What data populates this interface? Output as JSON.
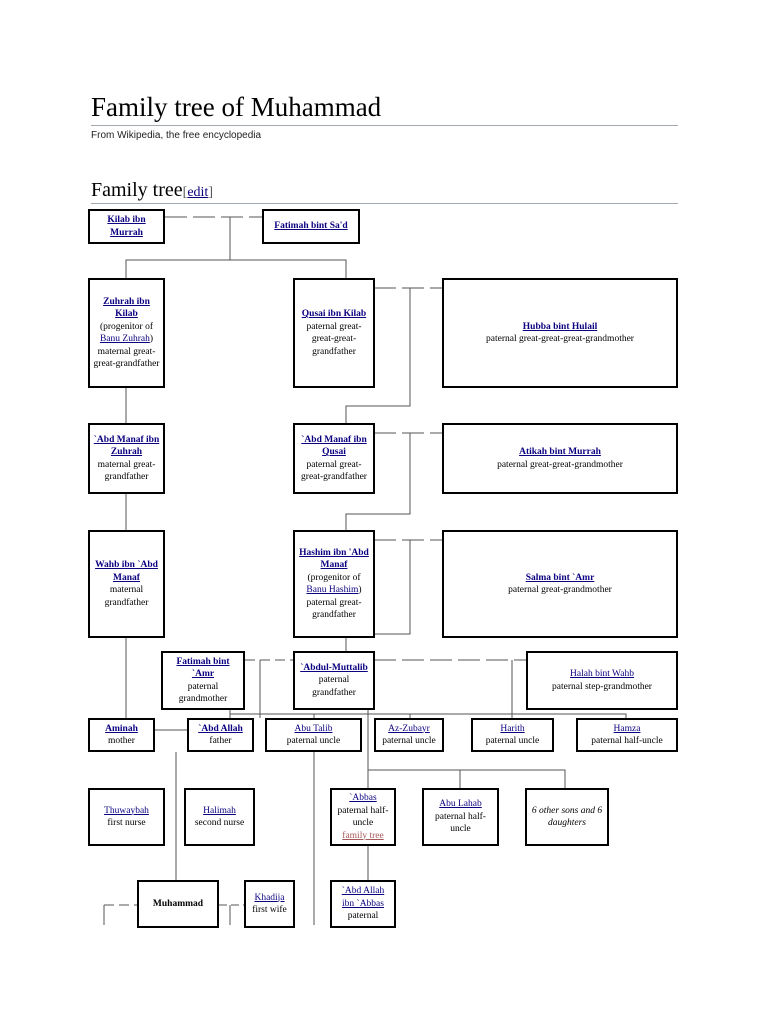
{
  "article": {
    "title": "Family tree of Muhammad",
    "tagline": "From Wikipedia, the free encyclopedia",
    "section_title": "Family tree",
    "edit_open": "[",
    "edit_label": "edit",
    "edit_close": "]"
  },
  "tree": {
    "kilab": {
      "name": "Kilab ibn Murrah"
    },
    "fatimah_sad": {
      "name": "Fatimah bint Sa'd"
    },
    "zuhrah": {
      "name": "Zuhrah ibn Kilab",
      "role_pre": "(progenitor of ",
      "role_link": "Banu Zuhrah",
      "role_post": ")",
      "role": "maternal great-great-grandfather"
    },
    "qusai": {
      "name": "Qusai ibn Kilab",
      "role": "paternal great-great-great-grandfather"
    },
    "hubba": {
      "name": "Hubba bint Hulail",
      "role": "paternal great-great-great-grandmother"
    },
    "abd_manaf_zuhrah": {
      "name": "`Abd Manaf ibn Zuhrah",
      "role": "maternal great-grandfather"
    },
    "abd_manaf_qusai": {
      "name": "`Abd Manaf ibn Qusai",
      "role": "paternal great-great-grandfather"
    },
    "atikah": {
      "name": "Atikah bint Murrah",
      "role": "paternal great-great-grandmother"
    },
    "wahb": {
      "name": "Wahb ibn `Abd Manaf",
      "role": "maternal grandfather"
    },
    "hashim": {
      "name": "Hashim ibn 'Abd Manaf",
      "role_pre": "(progenitor of ",
      "role_link": "Banu Hashim",
      "role_post": ")",
      "role": "paternal great-grandfather"
    },
    "salma": {
      "name": "Salma bint `Amr",
      "role": "paternal great-grandmother"
    },
    "fatimah_amr": {
      "name": "Fatimah bint `Amr",
      "role": "paternal grandmother"
    },
    "abdul_muttalib": {
      "name": "`Abdul-Muttalib",
      "role": "paternal grandfather"
    },
    "halah": {
      "name": "Halah bint Wahb",
      "role": "paternal step-grandmother"
    },
    "aminah": {
      "name": "Aminah",
      "role": "mother"
    },
    "abd_allah": {
      "name": "`Abd Allah",
      "role": "father"
    },
    "abu_talib": {
      "name": "Abu Talib",
      "role": "paternal uncle"
    },
    "az_zubayr": {
      "name": "Az-Zubayr",
      "role": "paternal uncle"
    },
    "harith": {
      "name": "Harith",
      "role": "paternal uncle"
    },
    "hamza": {
      "name": "Hamza",
      "role": "paternal half-uncle"
    },
    "thuwaybah": {
      "name": "Thuwaybah",
      "role": "first nurse"
    },
    "halimah": {
      "name": "Halimah",
      "role": "second nurse"
    },
    "abbas": {
      "name": "`Abbas",
      "role": "paternal half-uncle",
      "extra_link": "family tree"
    },
    "abu_lahab": {
      "name": "Abu Lahab",
      "role": "paternal half-uncle"
    },
    "others": {
      "text": "6 other sons and 6 daughters"
    },
    "muhammad": {
      "name": "Muhammad"
    },
    "khadija": {
      "name": "Khadija",
      "role": "first wife"
    },
    "abd_allah_abbas": {
      "name": "`Abd Allah ibn `Abbas",
      "role": "paternal"
    }
  },
  "colors": {
    "link": "#0b0080",
    "redlink": "#a55858",
    "box_border": "#000000",
    "rule": "#a2a9b1",
    "connector": "#555555"
  }
}
